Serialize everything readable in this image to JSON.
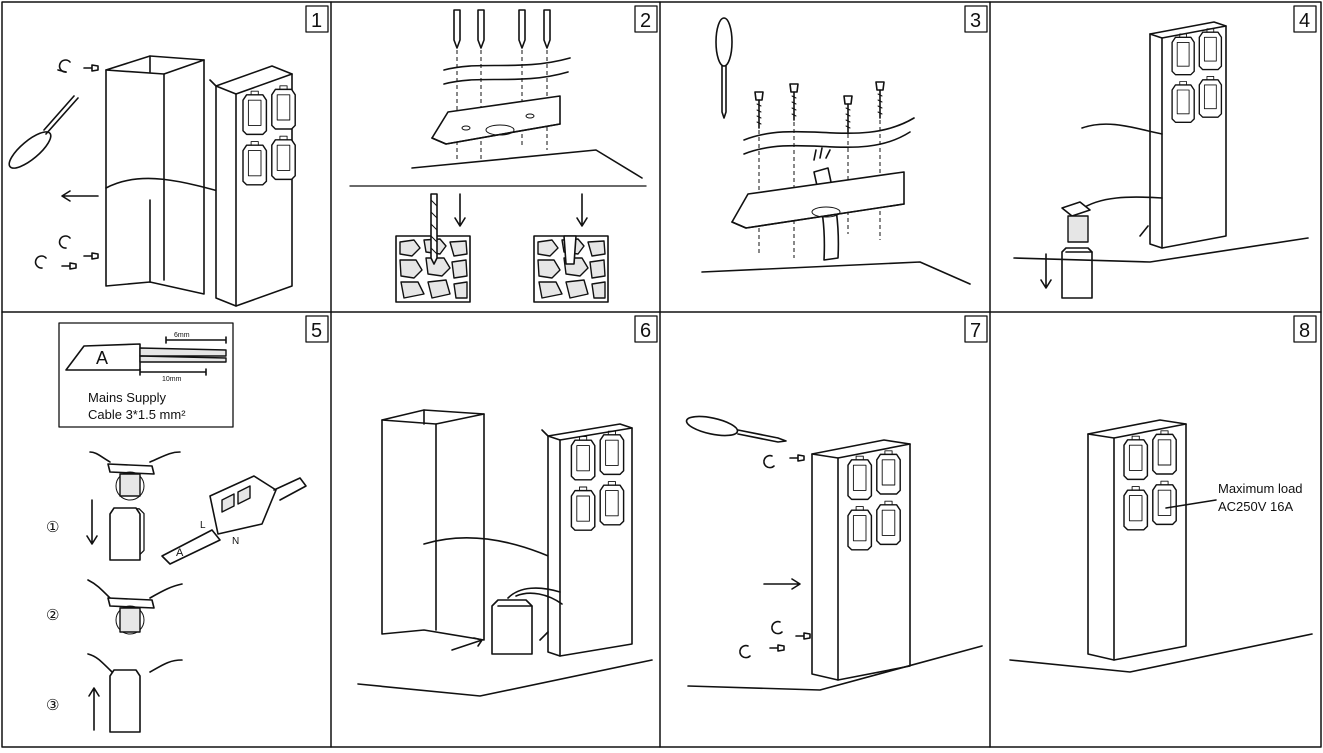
{
  "panels": [
    {
      "number": "1"
    },
    {
      "number": "2"
    },
    {
      "number": "3"
    },
    {
      "number": "4"
    },
    {
      "number": "5"
    },
    {
      "number": "6"
    },
    {
      "number": "7"
    },
    {
      "number": "8"
    }
  ],
  "panel5": {
    "inset_letter": "A",
    "dim_top": "6mm",
    "dim_bottom": "10mm",
    "cable_line1": "Mains Supply",
    "cable_line2": "Cable 3*1.5 mm²",
    "steps": [
      "①",
      "②",
      "③"
    ],
    "connector_letters": [
      "L",
      "N"
    ],
    "connector_cable_letter": "A"
  },
  "panel8": {
    "load_line1": "Maximum load",
    "load_line2": "AC250V 16A"
  }
}
